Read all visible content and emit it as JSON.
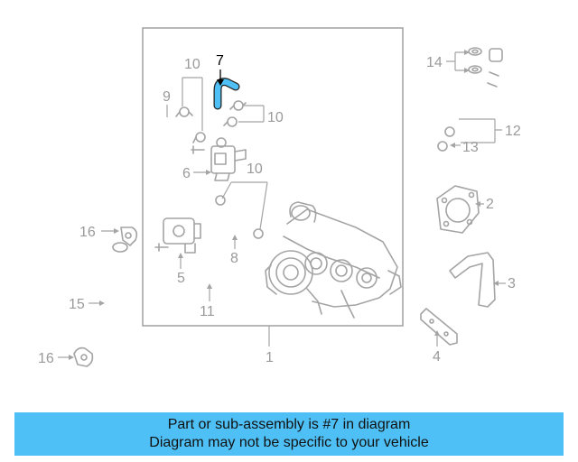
{
  "callouts": {
    "c1": "1",
    "c2": "2",
    "c3": "3",
    "c4": "4",
    "c5": "5",
    "c6": "6",
    "c7": "7",
    "c8": "8",
    "c9": "9",
    "c10a": "10",
    "c10b": "10",
    "c10c": "10",
    "c11": "11",
    "c12": "12",
    "c13": "13",
    "c14": "14",
    "c15": "15",
    "c16a": "16",
    "c16b": "16"
  },
  "caption": {
    "line1": "Part or sub-assembly is #7 in diagram",
    "line2": "Diagram may not be specific to your vehicle"
  },
  "colors": {
    "highlight_part": "#4fc0f5",
    "caption_background": "#4fc0f5",
    "line_art": "#a4a4a4"
  }
}
